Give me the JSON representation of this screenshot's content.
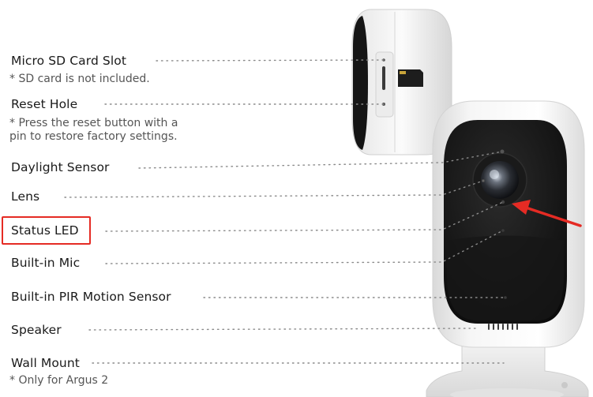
{
  "components": [
    {
      "id": "sd-slot",
      "label": "Micro SD Card Slot",
      "note": "* SD card is not included."
    },
    {
      "id": "reset",
      "label": "Reset Hole",
      "note": "* Press the reset button with a pin to restore factory settings.",
      "note_lines": [
        "* Press the reset button with a",
        "pin to restore factory settings."
      ]
    },
    {
      "id": "daylight",
      "label": "Daylight Sensor"
    },
    {
      "id": "lens",
      "label": "Lens"
    },
    {
      "id": "status-led",
      "label": "Status LED",
      "highlighted": true
    },
    {
      "id": "mic",
      "label": "Built-in Mic"
    },
    {
      "id": "pir",
      "label": "Built-in PIR Motion Sensor"
    },
    {
      "id": "speaker",
      "label": "Speaker"
    },
    {
      "id": "wall-mount",
      "label": "Wall Mount",
      "note": "* Only for Argus 2"
    }
  ],
  "colors": {
    "highlight": "#e52b24",
    "arrow": "#e52b24",
    "camera_body": "#f2f2f2",
    "camera_face": "#141414",
    "leader_line": "#8a8a8a"
  }
}
